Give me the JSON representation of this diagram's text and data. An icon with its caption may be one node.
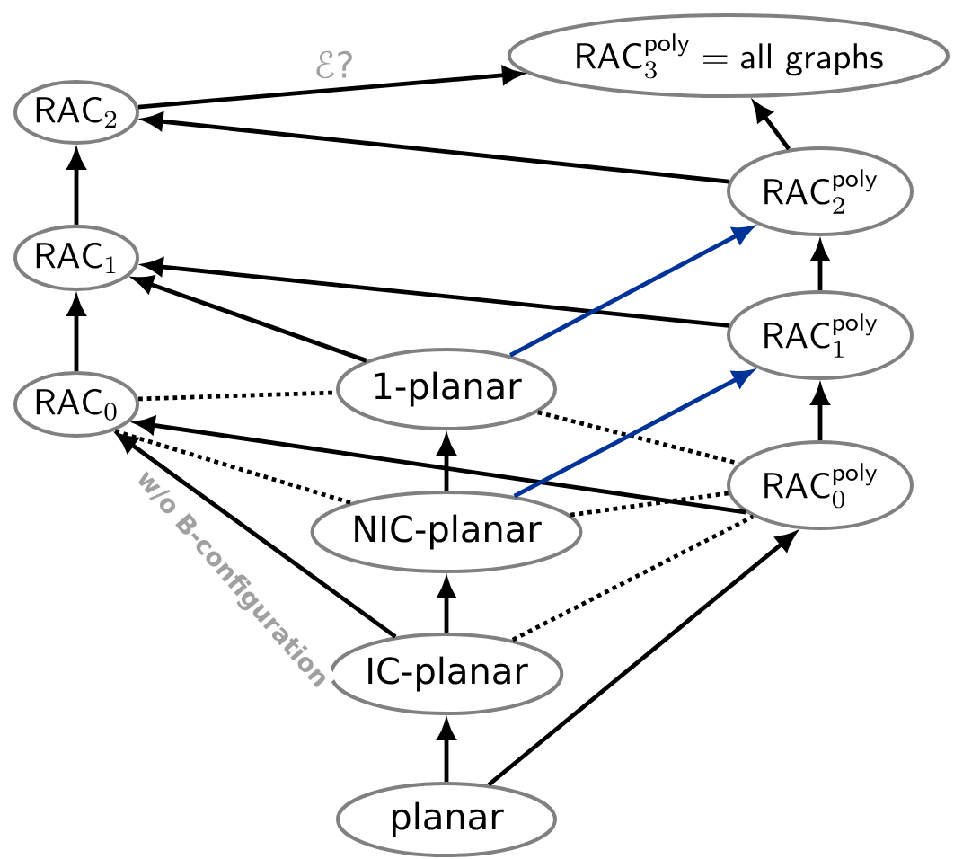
{
  "diagram": {
    "nodes": [
      {
        "text": [
          "\\mathsf{RAC}_{2}"
        ]
      },
      {
        "text": [
          "\\mathsf{RAC}_{3}^{\\mathsf{poly}} = \\mathsf{all\\ graphs}"
        ]
      },
      {
        "text": [
          "\\mathsf{RAC}_{2}^{\\mathsf{poly}}"
        ]
      },
      {
        "text": [
          "\\mathsf{RAC}_{1}"
        ]
      },
      {
        "text": [
          "\\mathsf{RAC}_{1}^{\\mathsf{poly}}"
        ]
      },
      {
        "text": [
          "\\mathsf{RAC}_{0}"
        ]
      },
      {
        "text": [
          "1-planar"
        ]
      },
      {
        "text": [
          "\\mathsf{RAC}_{0}^{\\mathsf{poly}}"
        ]
      },
      {
        "text": [
          "NIC-planar"
        ]
      },
      {
        "text": [
          "IC-planar"
        ]
      },
      {
        "text": [
          "planar"
        ]
      }
    ],
    "edges": [
      {
        "from": 0,
        "to": 1,
        "arrow": "to",
        "label": "ℰ?"
      },
      {
        "from": 2,
        "to": 0,
        "arrow": "to"
      },
      {
        "from": 2,
        "to": 1,
        "arrow": "to"
      },
      {
        "from": 3,
        "to": 0,
        "arrow": "to"
      },
      {
        "from": 4,
        "to": 3,
        "arrow": "to"
      },
      {
        "from": 4,
        "to": 2,
        "arrow": "to"
      },
      {
        "from": 5,
        "to": 3,
        "arrow": "to"
      },
      {
        "from": 6,
        "to": 3,
        "arrow": "to"
      },
      {
        "from": 6,
        "to": 2,
        "arrow": "to",
        "color": "#003399"
      },
      {
        "from": 5,
        "to": 6,
        "arrow": "none",
        "style": "dashed"
      },
      {
        "from": 6,
        "to": 7,
        "arrow": "none",
        "style": "dashed"
      },
      {
        "from": 7,
        "to": 5,
        "arrow": "to"
      },
      {
        "from": 7,
        "to": 4,
        "arrow": "to"
      },
      {
        "from": 8,
        "to": 6,
        "arrow": "to"
      },
      {
        "from": 8,
        "to": 4,
        "arrow": "to",
        "color": "#003399"
      },
      {
        "from": 8,
        "to": 5,
        "arrow": "none",
        "style": "dashed"
      },
      {
        "from": 8,
        "to": 7,
        "arrow": "none",
        "style": "dashed"
      },
      {
        "from": 9,
        "to": 8,
        "arrow": "to"
      },
      {
        "from": 9,
        "to": 5,
        "arrow": "to",
        "label": "w/o B-configuration"
      },
      {
        "from": 9,
        "to": 7,
        "arrow": "none",
        "style": "dashed"
      },
      {
        "from": 10,
        "to": 9,
        "arrow": "to"
      },
      {
        "from": 10,
        "to": 7,
        "arrow": "to"
      }
    ]
  }
}
